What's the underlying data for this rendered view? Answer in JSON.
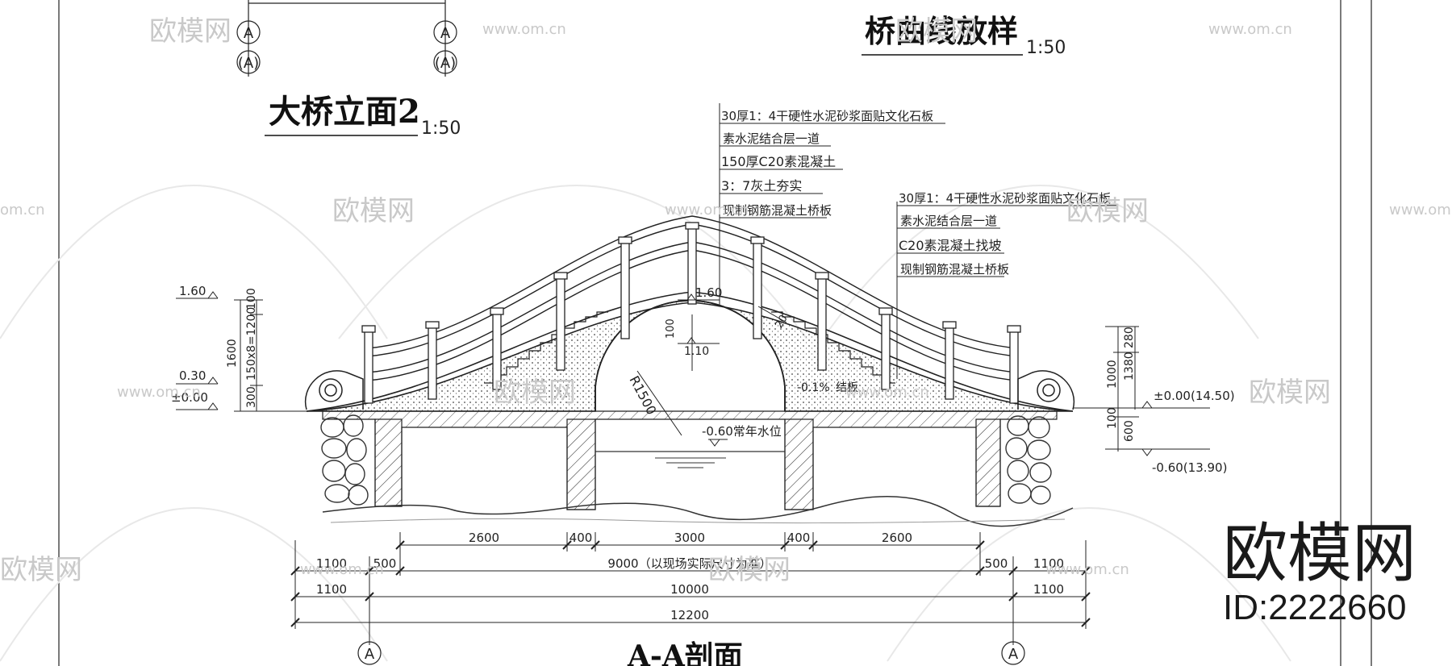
{
  "titles": {
    "curve_title": "桥曲线放样",
    "curve_scale": "1:50",
    "elevation_title": "大桥立面2",
    "elevation_scale": "1:50",
    "section_title": "A-A剖面"
  },
  "grid_marks": {
    "top_a1": "A",
    "top_a2": "A",
    "top_a1_paren": "(A)",
    "top_a2_paren": "(A)",
    "bottom_a1": "A",
    "bottom_a2": "A"
  },
  "layers_arch": [
    "30厚1：4干硬性水泥砂浆面贴文化石板",
    "素水泥结合层一道",
    "150厚C20素混凝土",
    "3：7灰土夯实",
    "现制钢筋混凝土桥板"
  ],
  "layers_deck": [
    "30厚1：4干硬性水泥砂浆面贴文化石板",
    "素水泥结合层一道",
    "C20素混凝土找坡",
    "现制钢筋混凝土桥板"
  ],
  "left_levels": {
    "top": "1.60",
    "mid": "0.30",
    "base": "±0.00",
    "dim_100": "100",
    "dim_1600": "1600",
    "dim_150x8": "150x8=1200",
    "dim_300": "300"
  },
  "arch_marks": {
    "crown_level": "1.60",
    "inner_level": "1.10",
    "dim_100": "100",
    "radius": "R1500",
    "water": "-0.60常年水位",
    "slope": "-0.1%",
    "slope_note": "结板",
    "dim_20": "20"
  },
  "right_levels": {
    "dim_280": "280",
    "dim_1000": "1000",
    "dim_1380": "1380",
    "dim_100": "100",
    "dim_600": "600",
    "base": "±0.00(14.50)",
    "bottom": "-0.60(13.90)"
  },
  "dims": {
    "row1": [
      "2600",
      "400",
      "3000",
      "400",
      "2600"
    ],
    "row2_left1": "1100",
    "row2_left2": "500",
    "row2_center": "9000（以现场实际尺寸为准）",
    "row2_right1": "500",
    "row2_right2": "1100",
    "row3_left": "1100",
    "row3_center": "10000",
    "row3_right": "1100",
    "row4": "12200"
  },
  "watermark": {
    "text": "欧模网",
    "url": "www.om.cn",
    "short": "om.cn",
    "brand_big": "欧模网",
    "id": "ID:2222660"
  },
  "colors": {
    "ink": "#1a1a1a",
    "hatch": "#555555",
    "watermark": "#c9c9c9"
  }
}
